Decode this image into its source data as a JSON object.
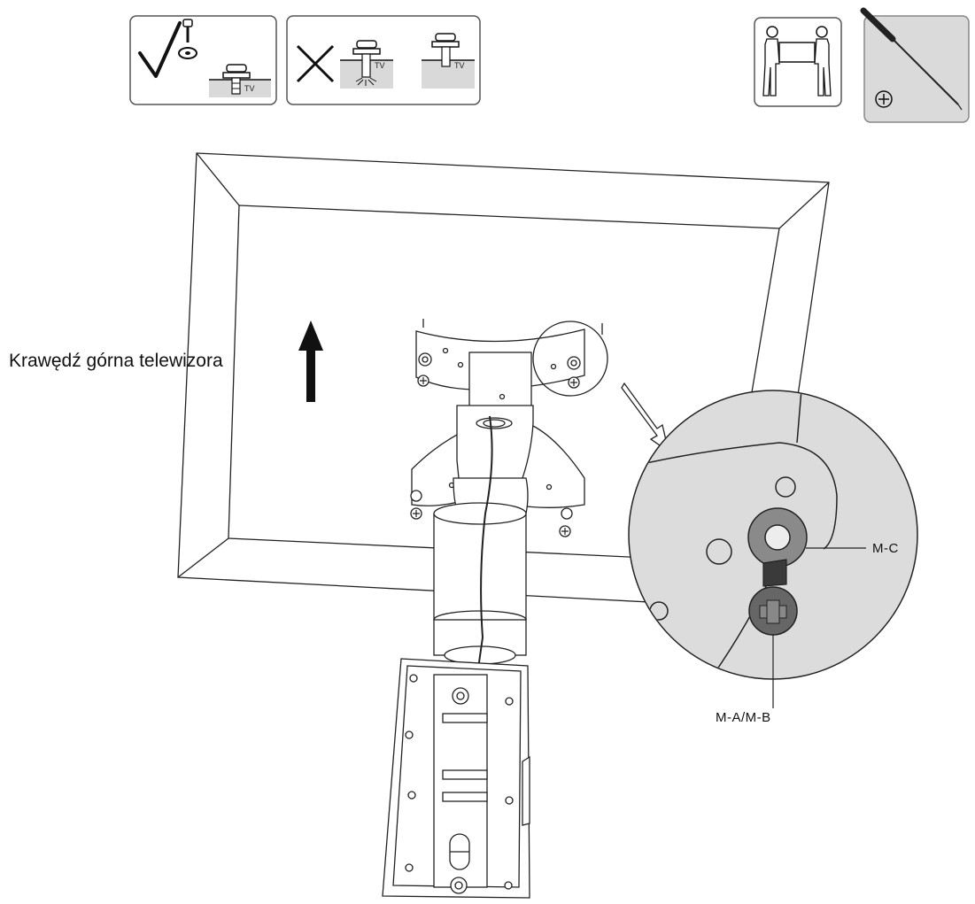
{
  "labels": {
    "top_edge": "Krawędź górna telewizora",
    "washer": "M-C",
    "screw": "M-A/M-B"
  },
  "icons": {
    "correct": {
      "name": "correct-screw-depth-icon",
      "tv_tag": "TV"
    },
    "wrong": {
      "name": "wrong-screw-depth-icon",
      "tv_tag_1": "TV",
      "tv_tag_2": "TV"
    },
    "two_person": {
      "name": "two-person-lift-icon"
    },
    "screwdriver": {
      "name": "phillips-screwdriver-icon"
    }
  },
  "colors": {
    "line": "#222222",
    "panel_fill": "#f7f7f7",
    "gray_fill": "#d9d9d9",
    "detail_fill": "#e0e0e0",
    "dark_fill": "#555555"
  }
}
